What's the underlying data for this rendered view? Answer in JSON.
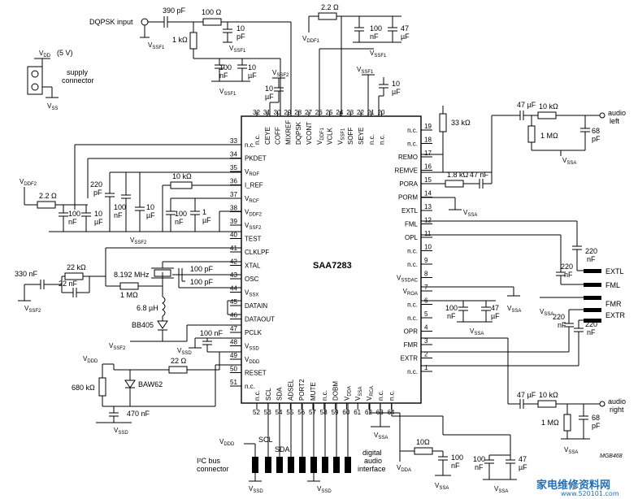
{
  "chip": {
    "name": "SAA7283",
    "top_pins": [
      {
        "num": "32",
        "name": "n.c."
      },
      {
        "num": "31",
        "name": "CEYE"
      },
      {
        "num": "30",
        "name": "COFF"
      },
      {
        "num": "29",
        "name": "MIXREF"
      },
      {
        "num": "28",
        "name": "DQPSK"
      },
      {
        "num": "27",
        "name": "VCONT"
      },
      {
        "num": "26",
        "name": "V_DDF1"
      },
      {
        "num": "25",
        "name": "VCLK"
      },
      {
        "num": "24",
        "name": "V_SSF1"
      },
      {
        "num": "23",
        "name": "SOFF"
      },
      {
        "num": "22",
        "name": "SEYE"
      },
      {
        "num": "21",
        "name": "n.c."
      },
      {
        "num": "20",
        "name": "n.c."
      }
    ],
    "left_pins": [
      {
        "num": "33",
        "name": "n.c."
      },
      {
        "num": "34",
        "name": "PKDET"
      },
      {
        "num": "35",
        "name": "V_ROF"
      },
      {
        "num": "36",
        "name": "I_REF"
      },
      {
        "num": "37",
        "name": "V_RCF"
      },
      {
        "num": "38",
        "name": "V_DDF2"
      },
      {
        "num": "39",
        "name": "V_SSF2"
      },
      {
        "num": "40",
        "name": "TEST"
      },
      {
        "num": "41",
        "name": "CLKLPF"
      },
      {
        "num": "42",
        "name": "XTAL"
      },
      {
        "num": "43",
        "name": "OSC"
      },
      {
        "num": "44",
        "name": "V_SSX"
      },
      {
        "num": "45",
        "name": "DATAIN"
      },
      {
        "num": "46",
        "name": "DATAOUT"
      },
      {
        "num": "47",
        "name": "PCLK"
      },
      {
        "num": "48",
        "name": "V_SSD"
      },
      {
        "num": "49",
        "name": "V_DDD"
      },
      {
        "num": "50",
        "name": "RESET"
      },
      {
        "num": "51",
        "name": "n.c."
      }
    ],
    "right_pins": [
      {
        "num": "19",
        "name": "n.c."
      },
      {
        "num": "18",
        "name": "n.c."
      },
      {
        "num": "17",
        "name": "REMO"
      },
      {
        "num": "16",
        "name": "REMVE"
      },
      {
        "num": "15",
        "name": "PORA"
      },
      {
        "num": "14",
        "name": "PORM"
      },
      {
        "num": "13",
        "name": "EXTL"
      },
      {
        "num": "12",
        "name": "FML"
      },
      {
        "num": "11",
        "name": "OPL"
      },
      {
        "num": "10",
        "name": "n.c."
      },
      {
        "num": "9",
        "name": "n.c."
      },
      {
        "num": "8",
        "name": "V_SSDAC"
      },
      {
        "num": "7",
        "name": "V_ROA"
      },
      {
        "num": "6",
        "name": "n.c."
      },
      {
        "num": "5",
        "name": "n.c."
      },
      {
        "num": "4",
        "name": "OPR"
      },
      {
        "num": "3",
        "name": "FMR"
      },
      {
        "num": "2",
        "name": "EXTR"
      },
      {
        "num": "1",
        "name": "n.c."
      }
    ],
    "bottom_pins": [
      {
        "num": "52",
        "name": "n.c."
      },
      {
        "num": "53",
        "name": "SCL"
      },
      {
        "num": "54",
        "name": "SDA"
      },
      {
        "num": "55",
        "name": "ADSEL"
      },
      {
        "num": "56",
        "name": "PORT2"
      },
      {
        "num": "57",
        "name": "MUTE"
      },
      {
        "num": "58",
        "name": "n.c."
      },
      {
        "num": "59",
        "name": "DOBM"
      },
      {
        "num": "60",
        "name": "V_DDA"
      },
      {
        "num": "61",
        "name": "V_SSA"
      },
      {
        "num": "62",
        "name": "V_RCA"
      },
      {
        "num": "63",
        "name": "n.c."
      },
      {
        "num": "64",
        "name": "n.c."
      }
    ]
  },
  "labels": {
    "dqpsk_input": "DQPSK input",
    "supply_connector_1": "supply",
    "supply_connector_2": "connector",
    "vdd_5v": "(5 V)",
    "audio_left_1": "audio",
    "audio_left_2": "left",
    "audio_right_1": "audio",
    "audio_right_2": "right",
    "i2c_1": "I²C bus",
    "i2c_2": "connector",
    "digital_1": "digital",
    "digital_2": "audio",
    "digital_3": "interface",
    "scl": "SCL",
    "sda": "SDA",
    "extl": "EXTL",
    "fml": "FML",
    "fmr": "FMR",
    "extr": "EXTR",
    "bb405": "BB405",
    "baw62": "BAW62",
    "crystal": "8.192 MHz",
    "figure_code": "MGB468"
  },
  "components": {
    "c390p": "390 pF",
    "r100a": "100 Ω",
    "r1k": "1 kΩ",
    "c10p_a": "10",
    "c10p_b": "pF",
    "c100n_a": "100",
    "c100n_b": "nF",
    "c10u_a": "10",
    "c10u_b": "µF",
    "r2_2_a": "2.2 Ω",
    "c47u_a": "47",
    "c47u_b": "µF",
    "r33k": "33 kΩ",
    "c47uF": "47 µF",
    "r10k": "10 kΩ",
    "r1m": "1 MΩ",
    "c68_a": "68",
    "c68_b": "pF",
    "r1_8k": "1.8 kΩ",
    "c47nF": "47 nF",
    "c220_a": "220",
    "c220_b": "nF",
    "c220p_b": "pF",
    "c1u_a": "1",
    "r10k_b": "10 kΩ",
    "c330n": "330 nF",
    "r22k": "22 kΩ",
    "c22n": "22 nF",
    "c100pF": "100 pF",
    "l6_8": "6.8 µH",
    "c100nF": "100 nF",
    "r22": "22 Ω",
    "r680k": "680 kΩ",
    "c470n": "470 nF",
    "r10": "10Ω"
  },
  "rails": {
    "vssf1": "V_SSF1",
    "vssf2": "V_SSF2",
    "vddf1": "V_DDF1",
    "vddf2": "V_DDF2",
    "vdd": "V_DD",
    "vss": "V_SS",
    "vssa": "V_SSA",
    "vssd": "V_SSD",
    "vddd": "V_DDD",
    "vdda": "V_DDA"
  },
  "watermark": {
    "cn": "家电维修资料网",
    "url": "www.520101.com"
  }
}
